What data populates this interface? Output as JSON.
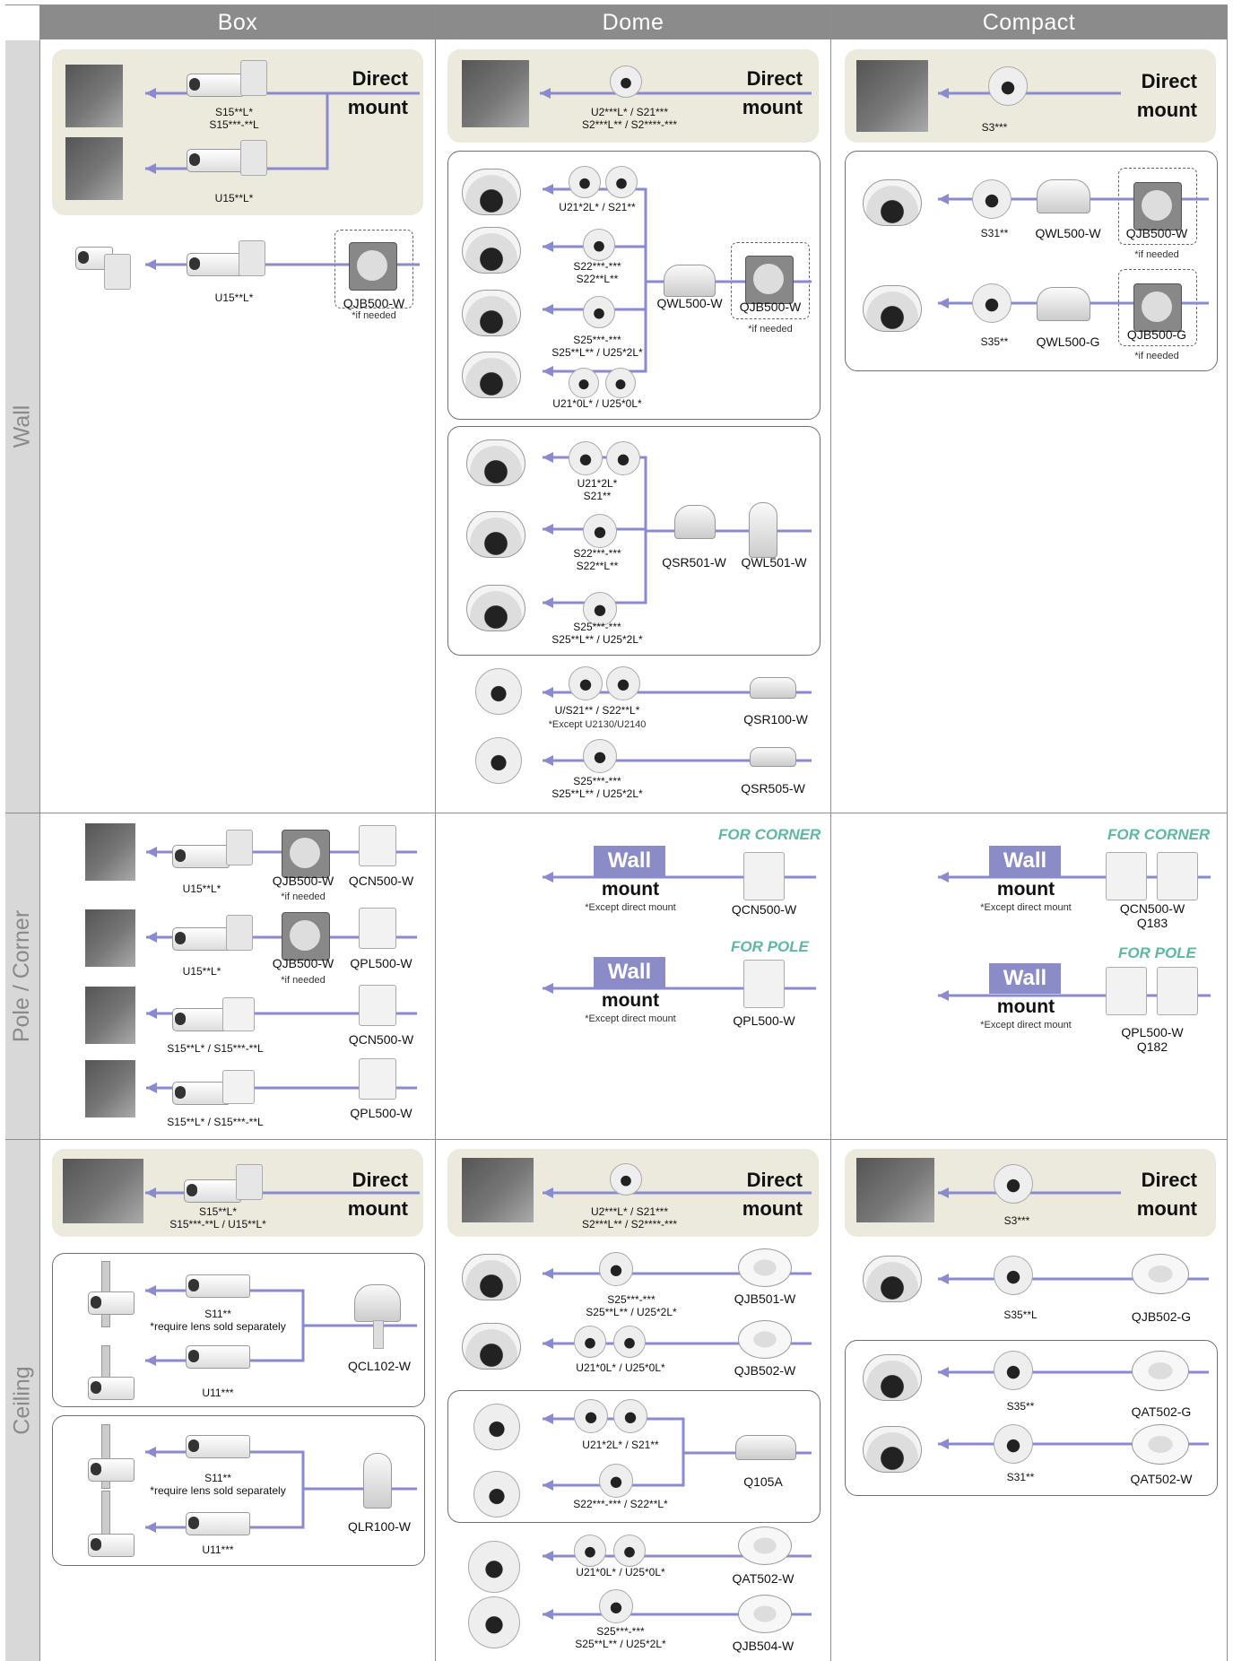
{
  "columns": {
    "box": "Box",
    "dome": "Dome",
    "compact": "Compact"
  },
  "rows": {
    "wall": "Wall",
    "pole": "Pole / Corner",
    "ceiling": "Ceiling"
  },
  "colors": {
    "connector": "#8a8ad0",
    "beige": "#ece9dd",
    "header": "#8b8b8b",
    "wall_box": "#8b8bc8",
    "for_label": "#5fb8a0"
  },
  "labels": {
    "direct": "Direct",
    "mount": "mount",
    "wall": "Wall",
    "if_needed": "*if needed",
    "except_direct": "*Except direct mount",
    "for_corner": "FOR CORNER",
    "for_pole": "FOR POLE",
    "require_lens": "*require lens sold separately",
    "except_u2130": "*Except U2130/U2140"
  },
  "models": {
    "s15_l": "S15**L*",
    "s15_l2": "S15***-**L",
    "u15_l": "U15**L*",
    "s15_combo": "S15**L* / S15***-**L",
    "s15_ceiling_1": "S15**L*",
    "s15_ceiling_2": "S15***-**L / U15**L*",
    "u2_l_s21": "U2***L* / S21***",
    "s2_l_s2": "S2***L** / S2****-***",
    "u21_2l_s21": "U21*2L* / S21**",
    "s22_1": "S22***-***",
    "s22_2": "S22**L**",
    "s25_1": "S25***-***",
    "s25_2": "S25**L** / U25*2L*",
    "u21_0l": "U21*0L* / U25*0L*",
    "u21_2l": "U21*2L*",
    "s21": "S21**",
    "us21_s22": "U/S21** / S22**L*",
    "u21_2l_s21b": "U21*2L* / S21**",
    "s22_s22l": "S22***-*** / S22**L*",
    "s3": "S3***",
    "s31": "S31**",
    "s35": "S35**",
    "s35l": "S35**L",
    "s11": "S11**",
    "u11": "U11***"
  },
  "parts": {
    "qjb500w": "QJB500-W",
    "qjb500g": "QJB500-G",
    "qwl500w": "QWL500-W",
    "qwl500g": "QWL500-G",
    "qsr501w": "QSR501-W",
    "qwl501w": "QWL501-W",
    "qsr100w": "QSR100-W",
    "qsr505w": "QSR505-W",
    "qcn500w": "QCN500-W",
    "qpl500w": "QPL500-W",
    "q183": "Q183",
    "q182": "Q182",
    "qcl102w": "QCL102-W",
    "qlr100w": "QLR100-W",
    "qjb501w": "QJB501-W",
    "qjb502w": "QJB502-W",
    "q105a": "Q105A",
    "qat502w": "QAT502-W",
    "qjb504w": "QJB504-W",
    "qjb502g": "QJB502-G",
    "qat502g": "QAT502-G"
  }
}
